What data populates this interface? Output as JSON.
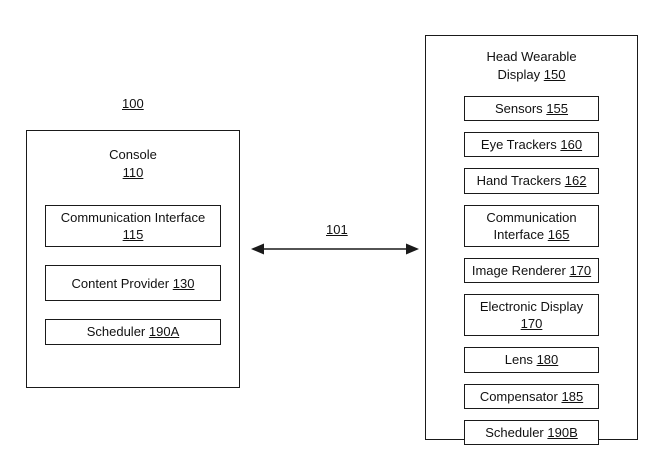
{
  "diagram": {
    "system_ref": "100",
    "link_ref": "101",
    "console": {
      "title": "Console",
      "ref": "110",
      "boxes": [
        {
          "label": "Communication Interface",
          "ref": "115"
        },
        {
          "label": "Content Provider",
          "ref": "130"
        },
        {
          "label": "Scheduler",
          "ref": "190A"
        }
      ]
    },
    "hwd": {
      "title": "Head Wearable Display",
      "ref": "150",
      "boxes": [
        {
          "label": "Sensors",
          "ref": "155"
        },
        {
          "label": "Eye Trackers",
          "ref": "160"
        },
        {
          "label": "Hand Trackers",
          "ref": "162"
        },
        {
          "label": "Communication Interface",
          "ref": "165"
        },
        {
          "label": "Image Renderer",
          "ref": "170"
        },
        {
          "label": "Electronic Display",
          "ref": "170"
        },
        {
          "label": "Lens",
          "ref": "180"
        },
        {
          "label": "Compensator",
          "ref": "185"
        },
        {
          "label": "Scheduler",
          "ref": "190B"
        }
      ]
    }
  }
}
